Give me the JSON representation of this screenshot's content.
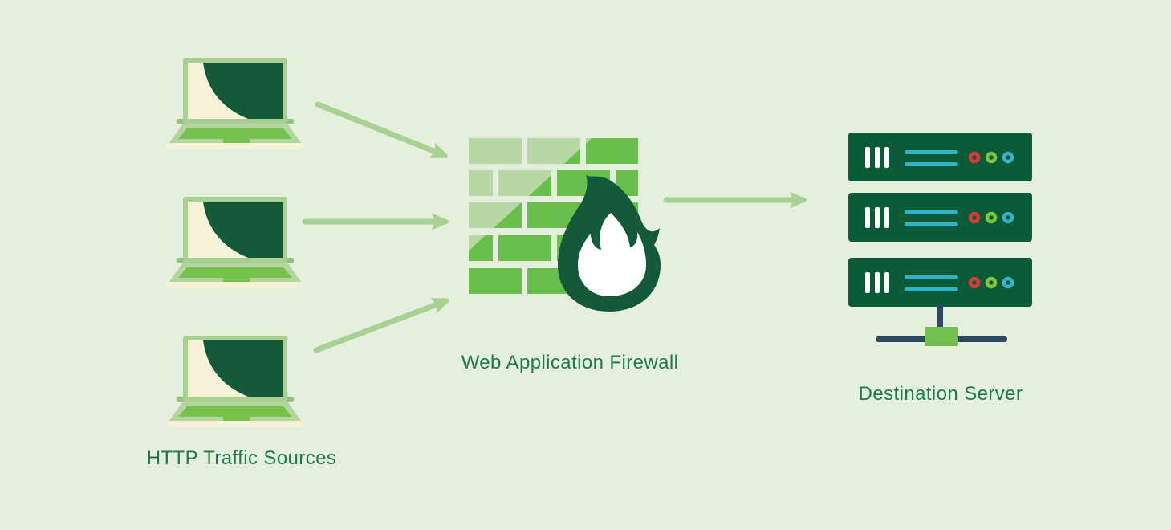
{
  "diagram": {
    "source_group": {
      "label": "HTTP Traffic Sources",
      "node_type": "laptop",
      "node_count": 3,
      "icon": "laptop-icon"
    },
    "firewall": {
      "label": "Web Application Firewall",
      "icon": "brick-wall-with-flame-icon"
    },
    "destination_group": {
      "label": "Destination Server",
      "node_type": "server-rack",
      "node_count": 3,
      "icon": "server-rack-icon"
    },
    "flow": [
      "HTTP Traffic Sources -> Web Application Firewall",
      "Web Application Firewall -> Destination Server"
    ],
    "arrow_count": 4
  },
  "colors": {
    "bg": "#e5efde",
    "label_text": "#1f7a4b",
    "dark_green": "#14593a",
    "brick_light": "#b7d8a4",
    "brick_bright": "#69bf4b",
    "arrow": "#a8d293",
    "laptop_frame": "#a9cf93",
    "laptop_hinge": "#93c17e",
    "laptop_base": "#b3d69e",
    "keyboard_green": "#77c24e",
    "cream": "#f5f2d8",
    "server_green": "#0b5b38",
    "white": "#ffffff",
    "line_teal": "#2fb3c6",
    "led_red": "#d93a3c",
    "led_green": "#7cc63e",
    "led_teal": "#36b2cb",
    "connector_navy": "#2c4666",
    "connector_green": "#72c14e"
  }
}
